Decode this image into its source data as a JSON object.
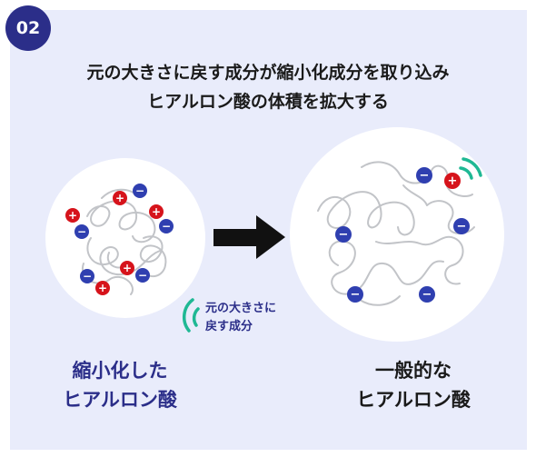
{
  "badge": {
    "number": "02"
  },
  "heading": {
    "line1": "元の大きさに戻す成分が縮小化成分を取り込み",
    "line2": "ヒアルロン酸の体積を拡大する"
  },
  "left_label": {
    "line1": "縮小化した",
    "line2": "ヒアルロン酸"
  },
  "right_label": {
    "line1": "一般的な",
    "line2": "ヒアルロン酸"
  },
  "annotation": {
    "line1": "元の大きさに",
    "line2": "戻す成分"
  },
  "symbols": {
    "plus": "+",
    "minus": "−"
  },
  "colors": {
    "panel": "#e9ecfb",
    "navy": "#2b2e89",
    "minus_ion": "#2f3fb0",
    "plus_ion": "#d6131b",
    "wave": "#1fb894",
    "strand": "#c2c4c8",
    "arrow": "#111111"
  },
  "icons": {
    "signal": "radio-wave-icon",
    "arrow": "right-arrow-icon"
  }
}
